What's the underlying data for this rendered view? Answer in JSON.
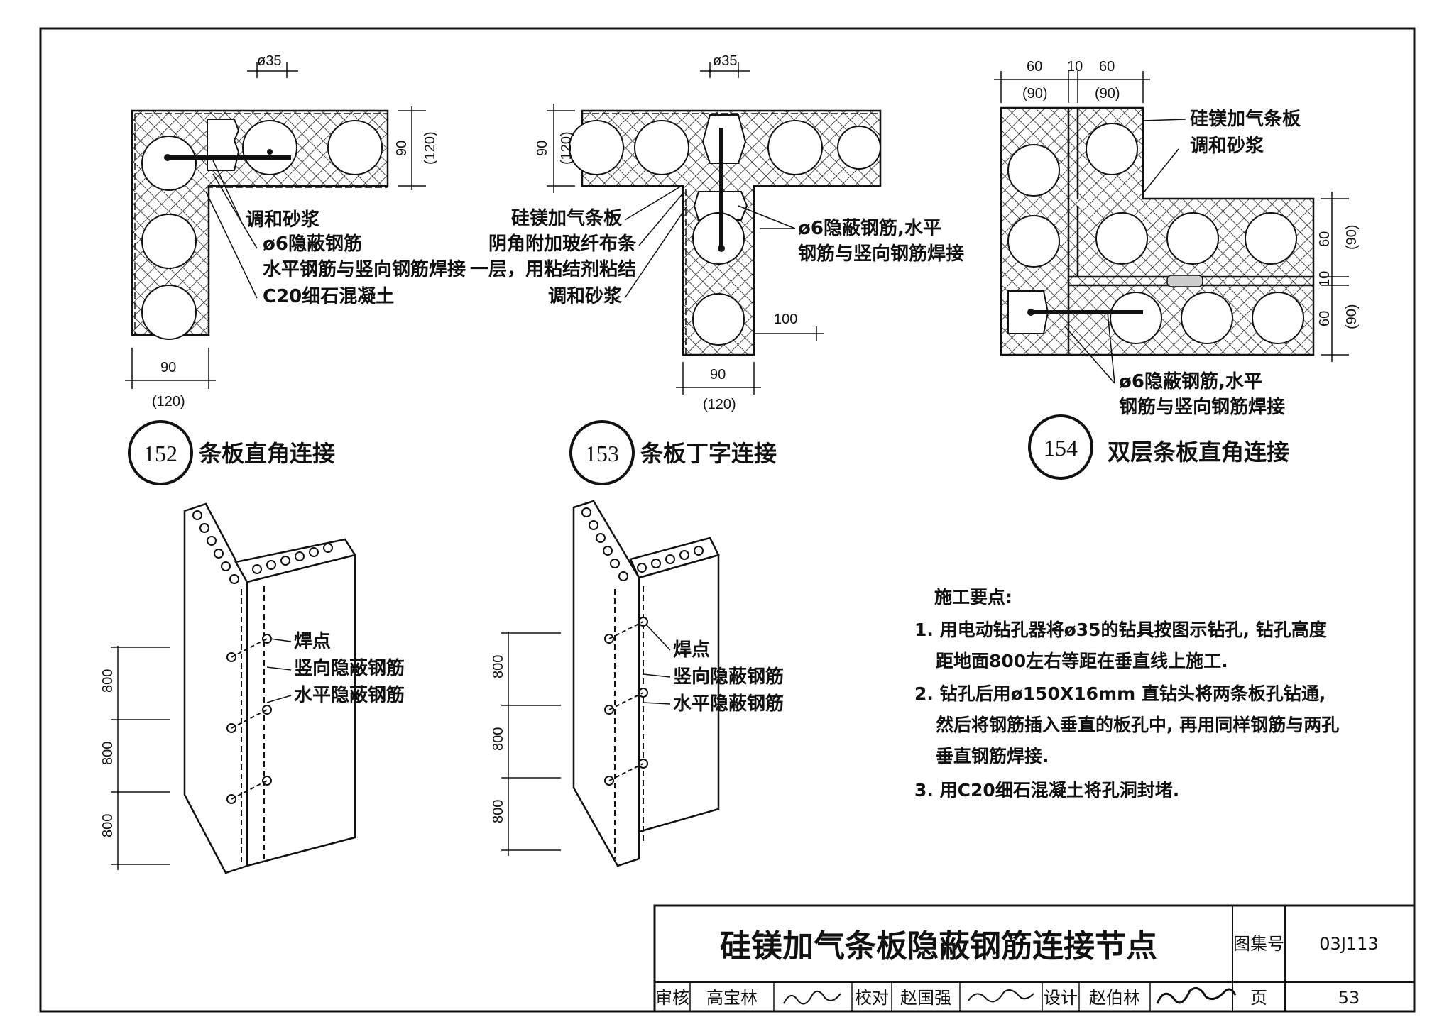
{
  "details": [
    {
      "number": "152",
      "caption": "条板直角连接",
      "dims": {
        "hole": "ø35",
        "thickness": "90",
        "thickness_alt": "(120)",
        "bottom": "90",
        "bottom_alt": "(120)"
      },
      "labels": [
        "调和砂浆",
        "ø6隐蔽钢筋",
        "水平钢筋与竖向钢筋焊接",
        "C20细石混凝土"
      ]
    },
    {
      "number": "153",
      "caption": "条板丁字连接",
      "dims": {
        "hole": "ø35",
        "thickness": "90",
        "thickness_alt": "(120)",
        "offset": "100",
        "bottom": "90",
        "bottom_alt": "(120)"
      },
      "labels_left": [
        "硅镁加气条板",
        "阴角附加玻纤布条",
        "一层，用粘结剂粘结",
        "调和砂浆"
      ],
      "labels_right": [
        "ø6隐蔽钢筋,水平",
        "钢筋与竖向钢筋焊接"
      ]
    },
    {
      "number": "154",
      "caption": "双层条板直角连接",
      "dims": {
        "w1": "60",
        "gap": "10",
        "w2": "60",
        "w1_alt": "(90)",
        "w2_alt": "(90)",
        "r1": "60",
        "r1_alt": "(90)",
        "rgap": "10",
        "r2": "60",
        "r2_alt": "(90)"
      },
      "labels": [
        "硅镁加气条板",
        "调和砂浆"
      ],
      "labels_bottom": [
        "ø6隐蔽钢筋,水平",
        "钢筋与竖向钢筋焊接"
      ]
    }
  ],
  "iso": {
    "labels": [
      "焊点",
      "竖向隐蔽钢筋",
      "水平隐蔽钢筋"
    ],
    "spacing": [
      "800",
      "800",
      "800"
    ]
  },
  "notes": {
    "heading": "施工要点:",
    "lines": [
      "1. 用电动钻孔器将ø35的钻具按图示钻孔, 钻孔高度",
      "距地面800左右等距在垂直线上施工.",
      "2. 钻孔后用ø150X16mm 直钻头将两条板孔钻通,",
      "然后将钢筋插入垂直的板孔中, 再用同样钢筋与两孔",
      "垂直钢筋焊接.",
      "3. 用C20细石混凝土将孔洞封堵."
    ]
  },
  "title_block": {
    "title": "硅镁加气条板隐蔽钢筋连接节点",
    "atlas_label": "图集号",
    "atlas_no": "03J113",
    "review_label": "审核",
    "reviewer": "高宝林",
    "check_label": "校对",
    "checker": "赵国强",
    "design_label": "设计",
    "designer": "赵伯林",
    "page_label": "页",
    "page_no": "53"
  }
}
